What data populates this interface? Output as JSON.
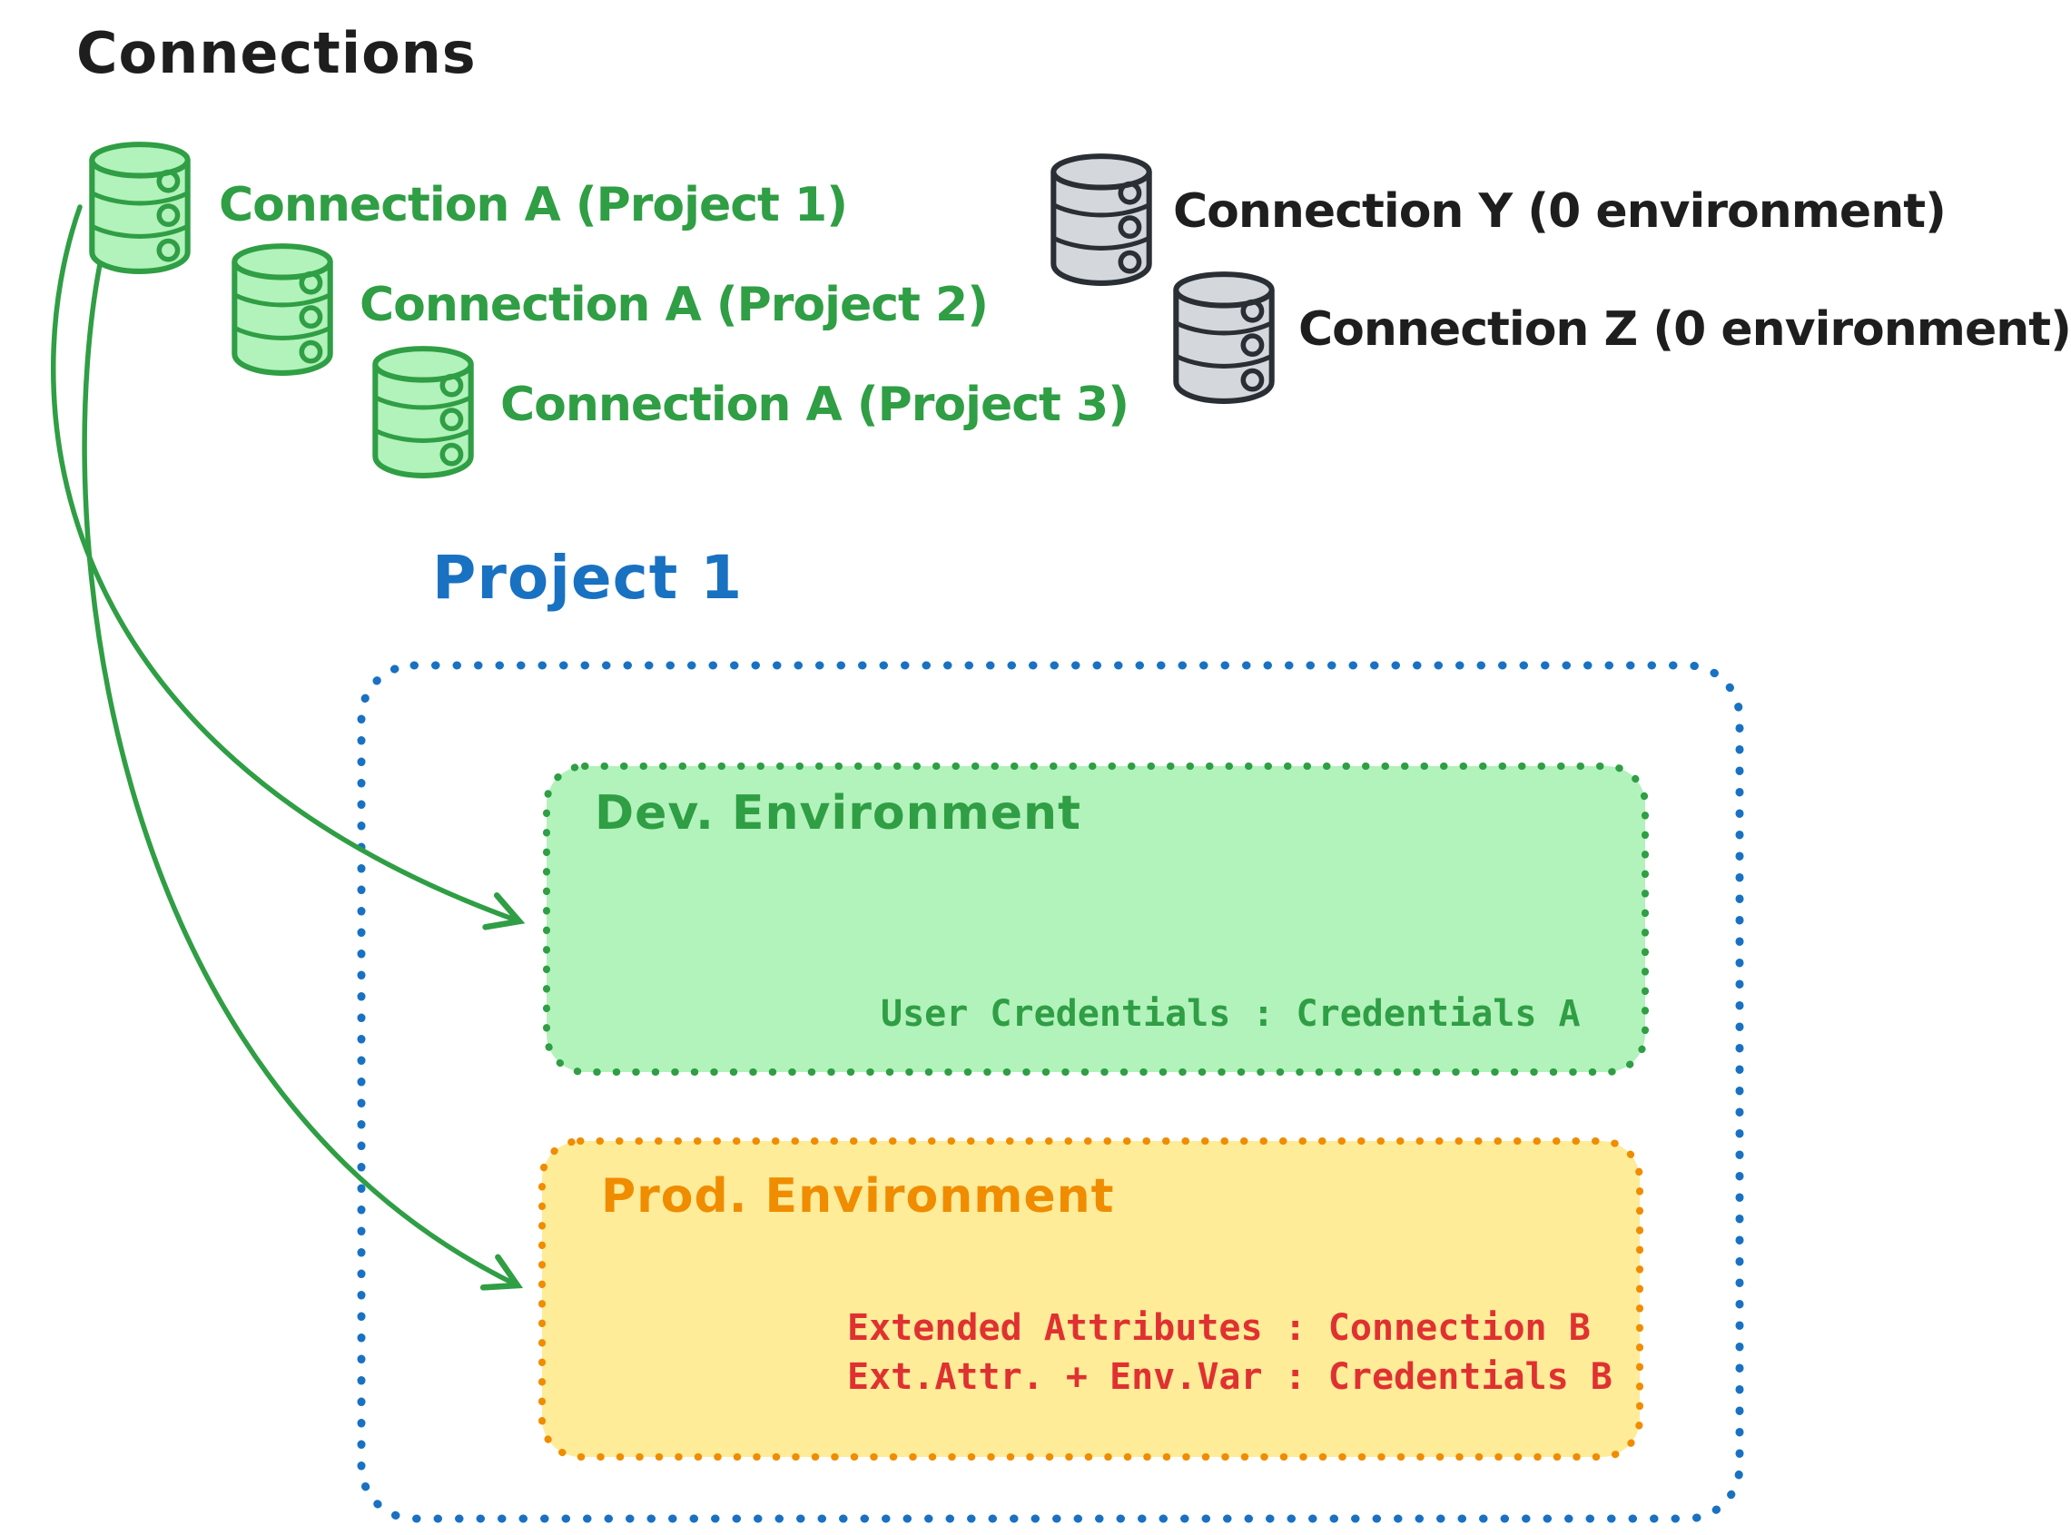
{
  "canvas_title": "Connections",
  "colors": {
    "green_stroke": "#2f9e44",
    "green_fill": "#b2f2bb",
    "blue": "#1971c2",
    "orange_stroke": "#f08c00",
    "orange_fill": "#ffec99",
    "red": "#e03131",
    "ink": "#1e1e1e",
    "gray_db_fill": "#d4d8dd",
    "gray_db_stroke": "#2a2f35"
  },
  "project_connections": [
    {
      "label": "Connection A (Project 1)"
    },
    {
      "label": "Connection A (Project 2)"
    },
    {
      "label": "Connection A (Project 3)"
    }
  ],
  "external_connections": [
    {
      "label": "Connection Y (0 environment)"
    },
    {
      "label": "Connection Z (0 environment)"
    }
  ],
  "project": {
    "title": "Project 1",
    "dev_environment": {
      "title": "Dev. Environment",
      "mapping": "User Credentials : Credentials A"
    },
    "prod_environment": {
      "title": "Prod. Environment",
      "mappings": [
        "Extended Attributes : Connection B",
        "Ext.Attr. + Env.Var : Credentials B"
      ]
    }
  }
}
